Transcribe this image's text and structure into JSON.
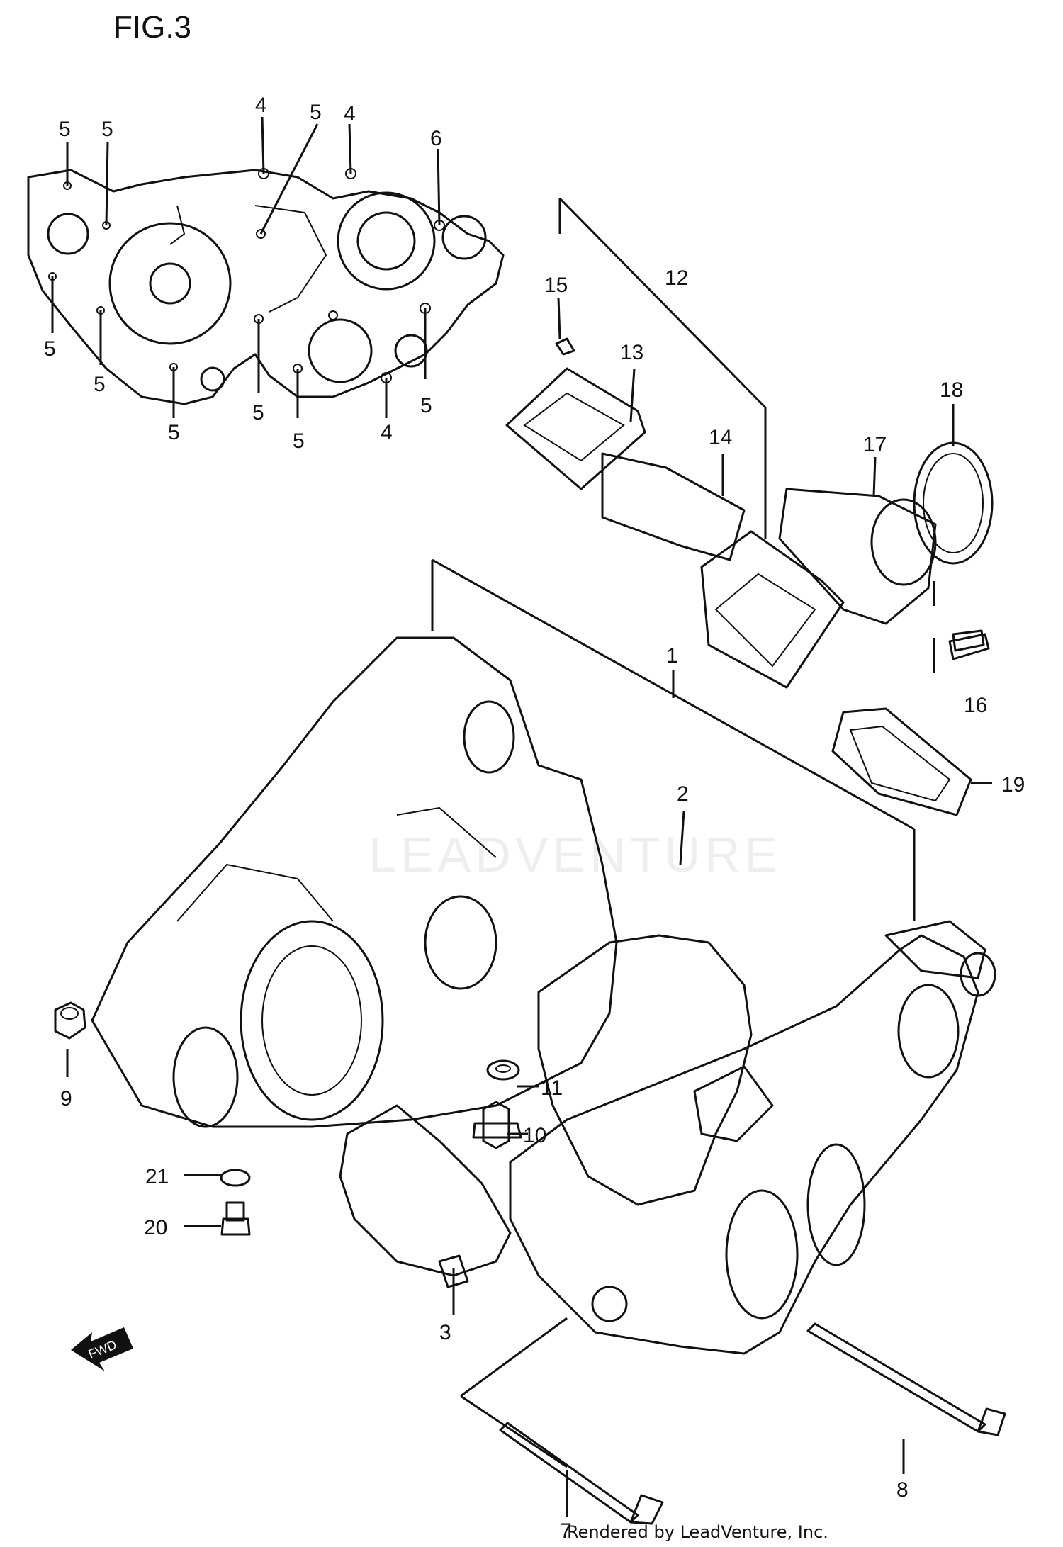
{
  "figure": {
    "title": "FIG.3"
  },
  "credit": "Rendered by LeadVenture, Inc.",
  "watermark": "LEADVENTURE",
  "fwd_arrow": {
    "label": "FWD"
  },
  "callouts": {
    "c5a": "5",
    "c5b": "5",
    "c4a": "4",
    "c5c": "5",
    "c4b": "4",
    "c6": "6",
    "c5d": "5",
    "c5e": "5",
    "c5f": "5",
    "c5g": "5",
    "c5h": "5",
    "c4c": "4",
    "c5i": "5",
    "c15": "15",
    "c12": "12",
    "c13": "13",
    "c14": "14",
    "c17": "17",
    "c18": "18",
    "c16": "16",
    "c1": "1",
    "c2": "2",
    "c19": "19",
    "c9": "9",
    "c11": "11",
    "c10": "10",
    "c21": "21",
    "c20": "20",
    "c3": "3",
    "c7": "7",
    "c8": "8"
  }
}
